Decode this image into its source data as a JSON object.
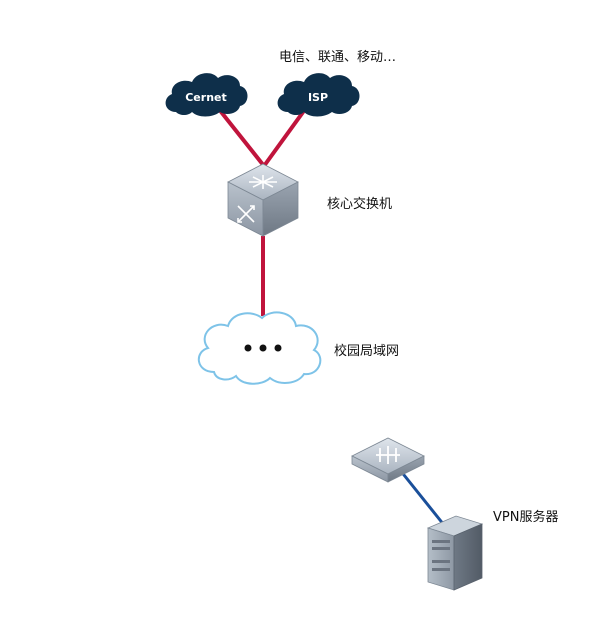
{
  "isp_providers_label": "电信、联通、移动…",
  "clouds": {
    "cernet": "Cernet",
    "isp": "ISP"
  },
  "core_switch_label": "核心交换机",
  "lan_label": "校园局域网",
  "vpn_server_label": "VPN服务器",
  "colors": {
    "wan_link": "#c0143c",
    "vpn_link": "#1a4f9a",
    "cloud_dark": "#0e2f4a",
    "lan_cloud_stroke": "#7ec3e8"
  }
}
